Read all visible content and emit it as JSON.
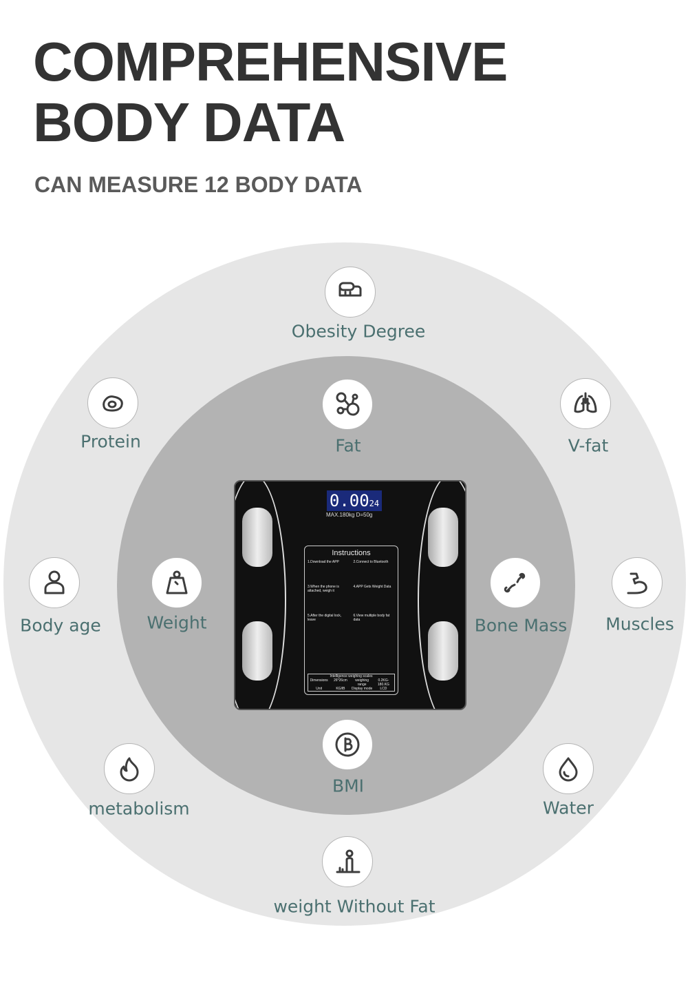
{
  "header": {
    "title_line1": "COMPREHENSIVE",
    "title_line2": "BODY DATA",
    "subtitle": "CAN MEASURE 12 BODY DATA"
  },
  "metrics": [
    {
      "label": "Obesity Degree",
      "icon": "tape-measure-icon"
    },
    {
      "label": "Protein",
      "icon": "egg-icon"
    },
    {
      "label": "Fat",
      "icon": "molecule-icon"
    },
    {
      "label": "V-fat",
      "icon": "lungs-icon"
    },
    {
      "label": "Body age",
      "icon": "person-icon"
    },
    {
      "label": "Weight",
      "icon": "weight-icon"
    },
    {
      "label": "Bone Mass",
      "icon": "bone-icon"
    },
    {
      "label": "Muscles",
      "icon": "muscle-arm-icon"
    },
    {
      "label": "BMI",
      "icon": "bmi-icon"
    },
    {
      "label": "metabolism",
      "icon": "flame-icon"
    },
    {
      "label": "Water",
      "icon": "water-drop-icon"
    },
    {
      "label": "weight Without Fat",
      "icon": "body-scale-icon"
    }
  ],
  "scale": {
    "display": "0.00",
    "temp": "24",
    "spec": "MAX.180kg    D=50g",
    "instructions_title": "Instructions",
    "steps": [
      "1.Download the APP",
      "2.Connect to Bluetooth",
      "3.When the phone is attached, weigh it",
      "4.APP Gets Weight Data",
      "5.After the digital lock, leave",
      "6.View multiple body fat data"
    ],
    "table_title": "Intelligence weighing scales",
    "table": [
      "Dimensions",
      "26*26cm",
      "weighing range",
      "0.2KG-180.KG",
      "Unit",
      "KG/lB",
      "Display mode",
      "LCD"
    ]
  }
}
